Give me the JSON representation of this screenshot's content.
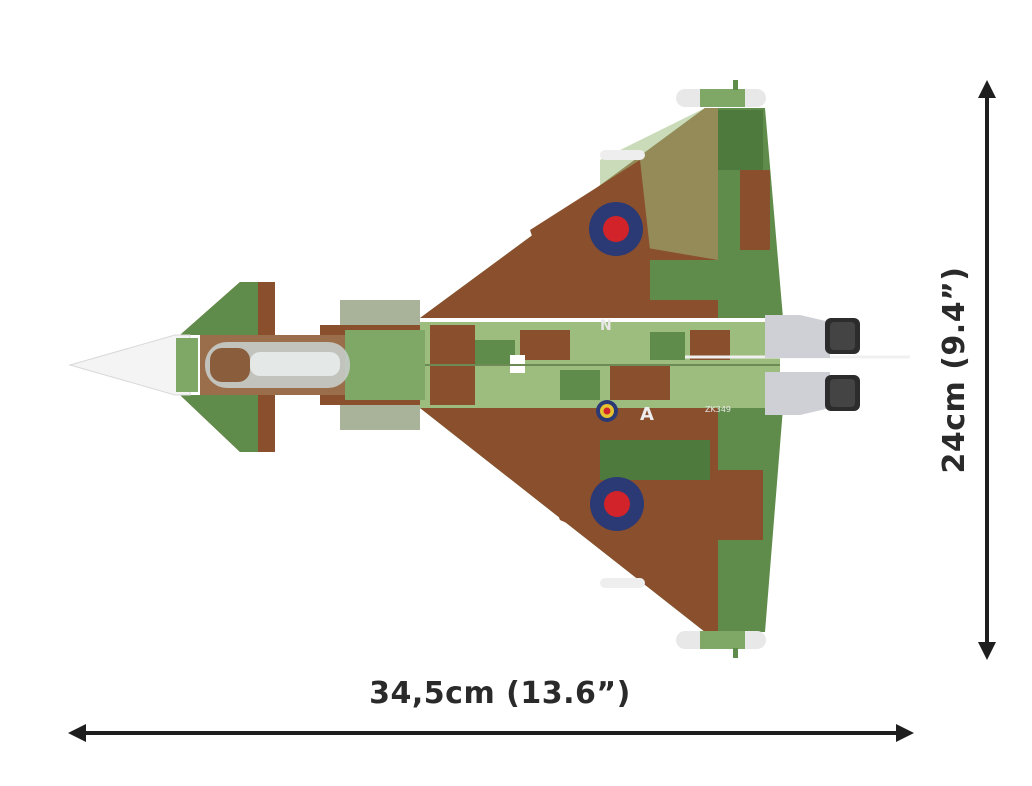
{
  "image": {
    "subject": "fighter-jet-model-top-view",
    "colors": {
      "background": "#ffffff",
      "camo_green": "#5f8c4a",
      "camo_light_green": "#9cbd7e",
      "camo_brown": "#8a4f2d",
      "roundel_blue": "#2b3a74",
      "roundel_red": "#d2232a",
      "roundel_yellow": "#e7c230",
      "dimension_line": "#1e1e1e"
    }
  },
  "dimensions": {
    "width_label": "34,5cm (13.6”)",
    "height_label": "24cm (9.4”)"
  },
  "markings": {
    "fuselage_letter": "A",
    "serial": "ZK349",
    "tail_code": "N"
  }
}
